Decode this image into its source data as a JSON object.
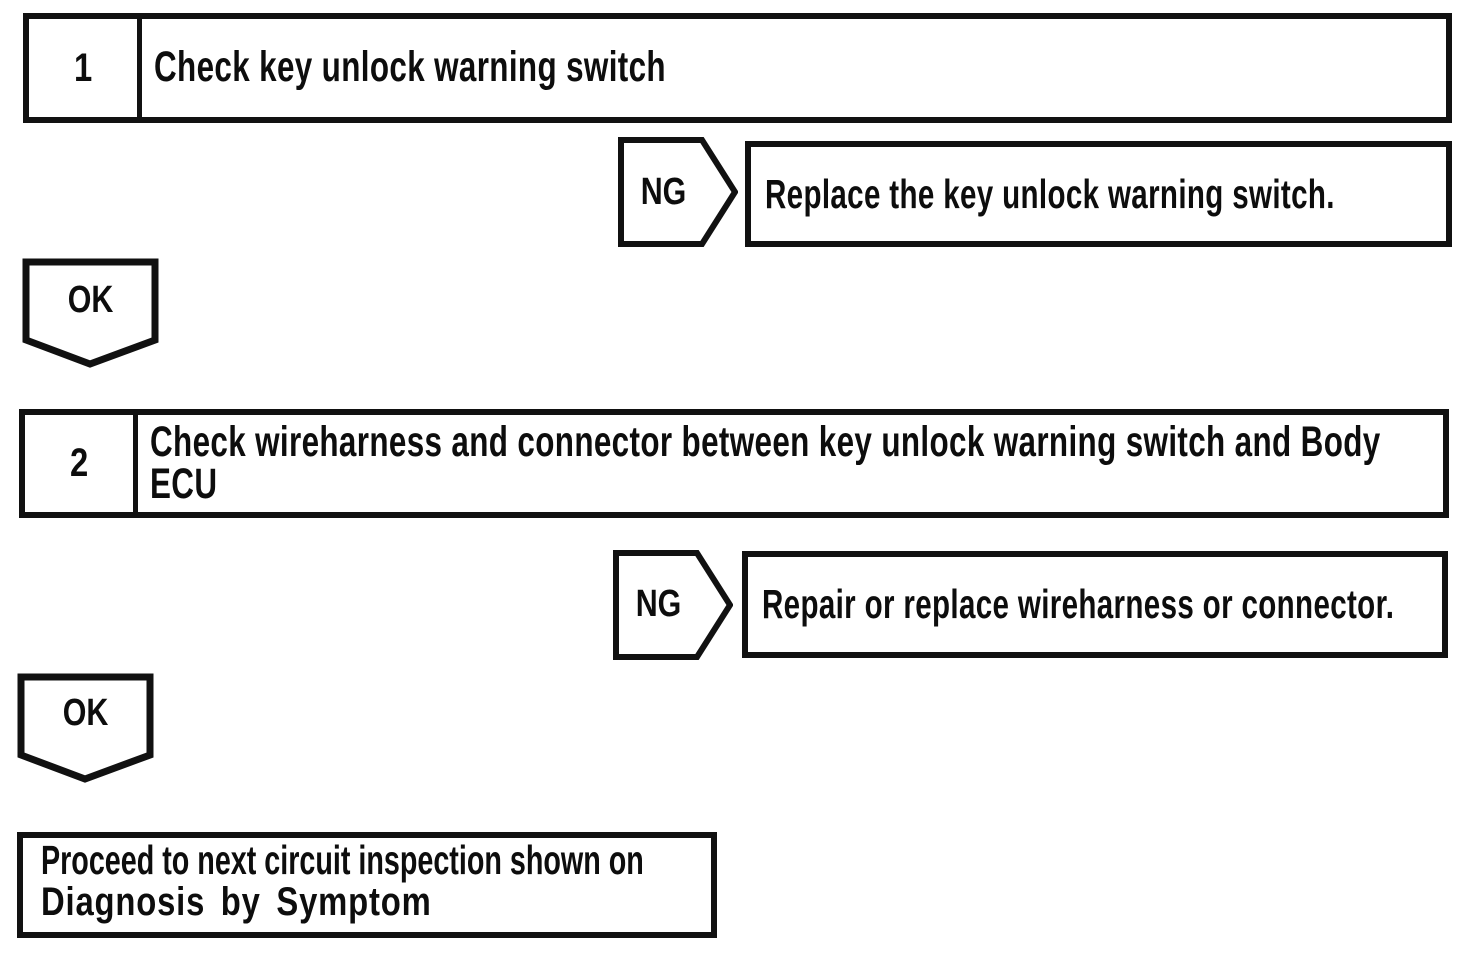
{
  "flowchart": {
    "ng_label": "NG",
    "ok_label": "OK",
    "steps": [
      {
        "number": "1",
        "title": "Check key unlock warning switch",
        "ng_action": "Replace the key unlock warning switch."
      },
      {
        "number": "2",
        "title": "Check wireharness and connector between key unlock warning switch and Body ECU",
        "ng_action": "Repair or replace wireharness or connector."
      }
    ],
    "terminal": {
      "line1": "Proceed to next circuit inspection shown on",
      "line2": "Diagnosis by Symptom"
    },
    "colors": {
      "ink": "#111111",
      "paper": "#ffffff"
    }
  }
}
